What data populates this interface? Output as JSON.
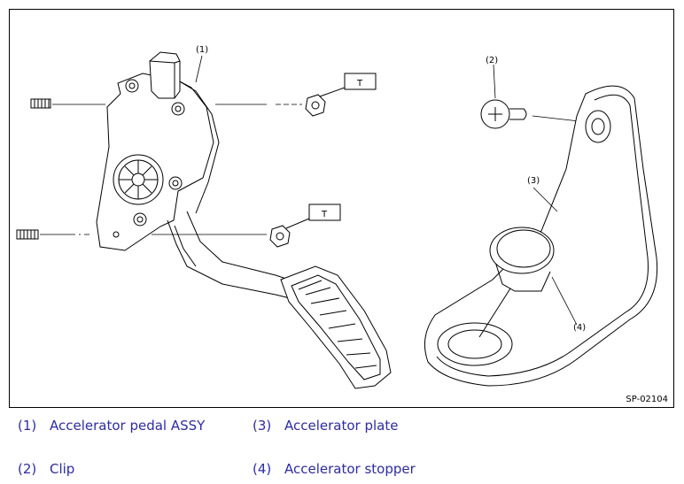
{
  "figure": {
    "id": "SP-02104",
    "callouts": {
      "c1": "(1)",
      "c2": "(2)",
      "c3": "(3)",
      "c4": "(4)",
      "torque_a": "T",
      "torque_b": "T"
    }
  },
  "legend": [
    {
      "num": "(1)",
      "label": "Accelerator pedal ASSY"
    },
    {
      "num": "(2)",
      "label": "Clip"
    },
    {
      "num": "(3)",
      "label": "Accelerator plate"
    },
    {
      "num": "(4)",
      "label": "Accelerator stopper"
    }
  ]
}
